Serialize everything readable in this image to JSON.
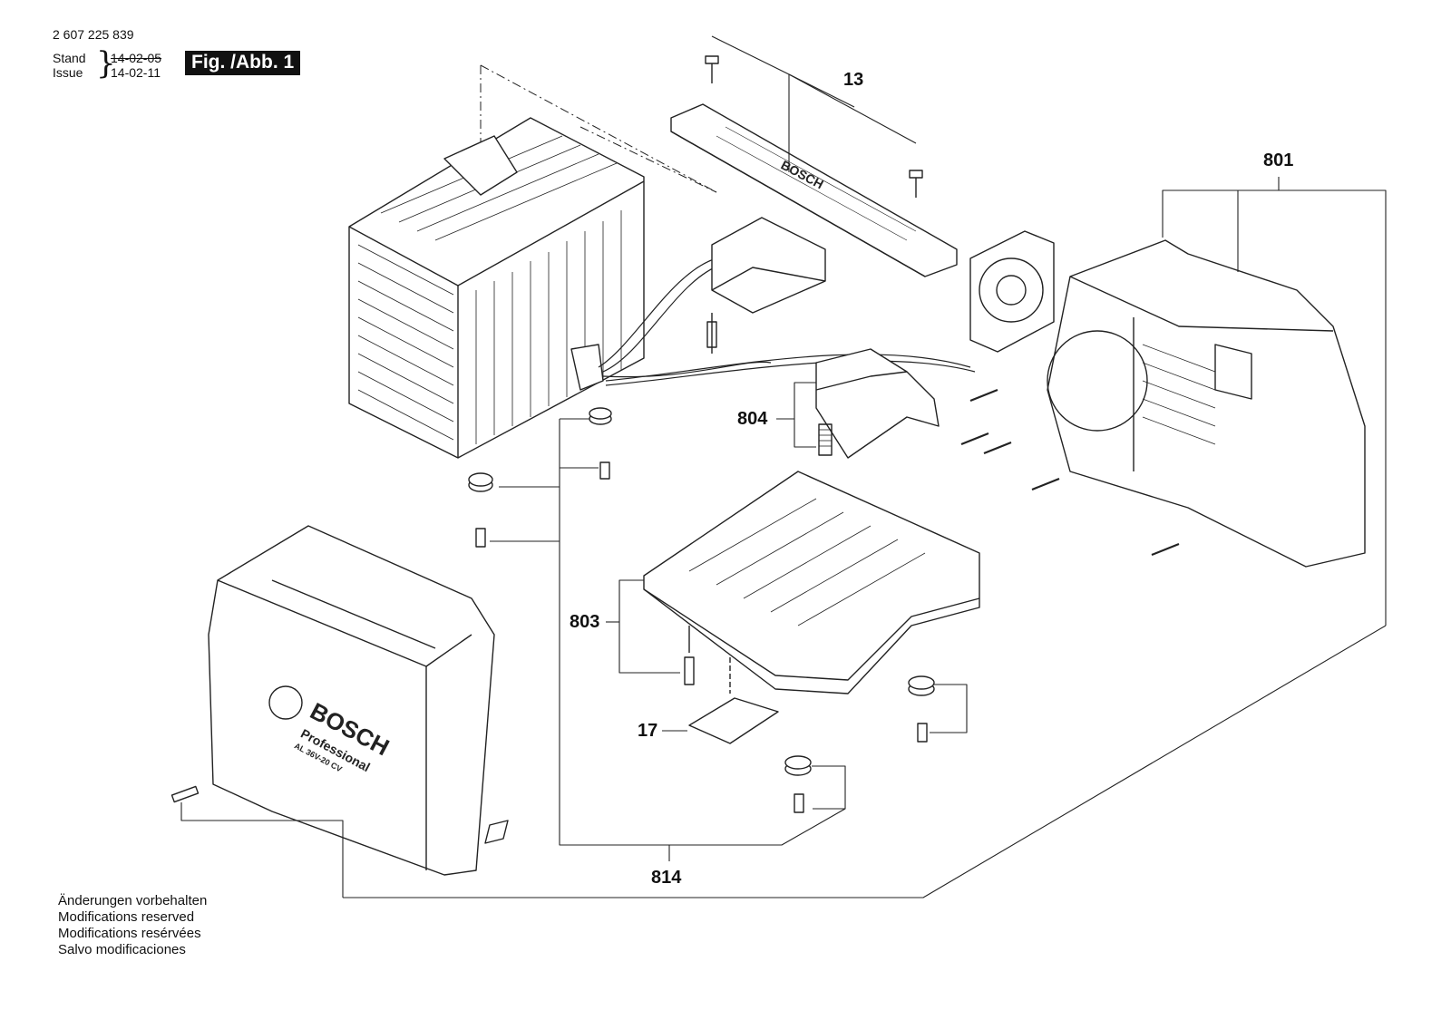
{
  "header": {
    "part_number": "2 607 225 839",
    "stand_label": "Stand",
    "issue_label": "Issue",
    "date_old": "14-02-05",
    "date_new": "14-02-11",
    "figure_badge": "Fig. /Abb. 1"
  },
  "callouts": {
    "c13": "13",
    "c801": "801",
    "c804": "804",
    "c803": "803",
    "c17": "17",
    "c814": "814"
  },
  "branding": {
    "brand": "BOSCH",
    "series": "Professional",
    "model": "AL 36V-20 CV"
  },
  "footer_notes": [
    "Änderungen vorbehalten",
    "Modifications reserved",
    "Modifications resérvées",
    "Salvo modificaciones"
  ]
}
